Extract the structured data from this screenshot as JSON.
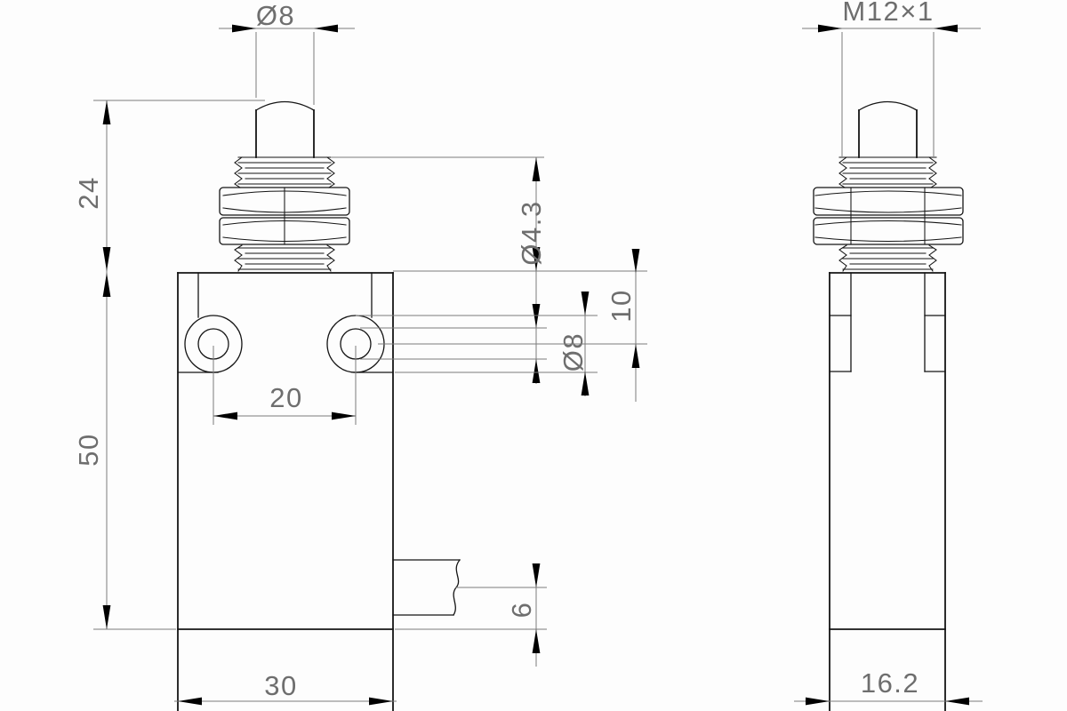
{
  "drawing": {
    "background": "#fdfdfd",
    "object_line_color": "#141414",
    "dimension_line_color": "#7b7b7b",
    "text_color": "#6e6e6e",
    "arrow_color": "#000000"
  },
  "front_view": {
    "plunger_diameter": "Ø8",
    "plunger_stack_height": "24",
    "body_height": "50",
    "body_width": "30",
    "hole_spacing": "20",
    "hole_center_offset": "10",
    "counterbore_diameter": "Ø8",
    "mount_hole_diameter": "Ø4.3",
    "tab_thickness": "6"
  },
  "side_view": {
    "thread_spec": "M12×1",
    "body_depth": "16.2"
  }
}
